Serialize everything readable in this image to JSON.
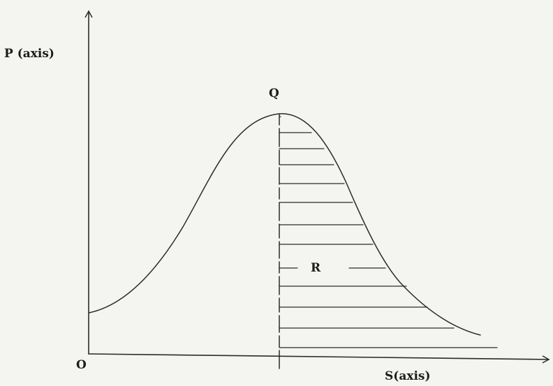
{
  "labels": {
    "p_axis": "P (axis)",
    "s_axis": "S(axis)",
    "origin": "O",
    "peak": "Q",
    "region": "R"
  },
  "colors": {
    "background": "#f4f4f1",
    "ink": "#2a2a2a"
  }
}
